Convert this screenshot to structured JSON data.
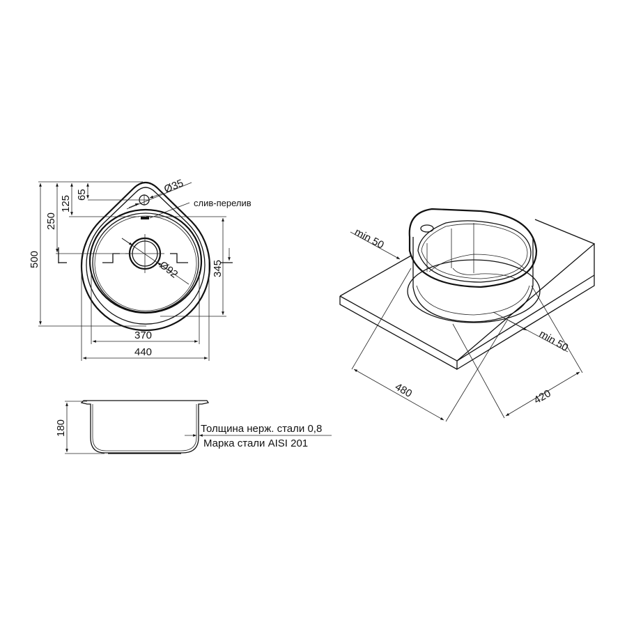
{
  "drawing": {
    "top_view": {
      "dimensions": {
        "overall_length": "500",
        "to_drain_center": "250",
        "to_bowl_edge": "125",
        "to_tap_hole": "65",
        "tap_hole_diameter": "Ø35",
        "drain_diameter": "Ø92",
        "bowl_depth_line": "345",
        "bowl_width": "370",
        "overall_width": "440"
      },
      "labels": {
        "overflow": "слив-перелив"
      }
    },
    "side_view": {
      "dimensions": {
        "depth": "180"
      },
      "notes": {
        "thickness": "Толщина нерж. стали 0,8",
        "steel_grade": "Марка стали AISI 201"
      }
    },
    "iso_view": {
      "dimensions": {
        "clearance_back": "min 50",
        "clearance_front": "min 50",
        "cabinet_depth": "480",
        "cabinet_width": "420"
      }
    }
  }
}
